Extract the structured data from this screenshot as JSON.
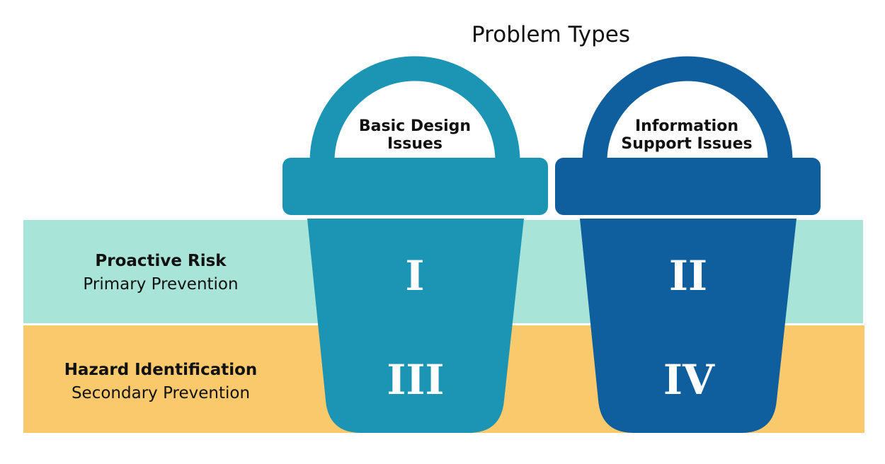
{
  "title": "Problem Types",
  "rows": [
    {
      "line1": "Proactive Risk",
      "line2": "Primary Prevention"
    },
    {
      "line1": "Hazard Identification",
      "line2": "Secondary Prevention"
    }
  ],
  "buckets": [
    {
      "label_line1": "Basic Design",
      "label_line2": "Issues"
    },
    {
      "label_line1": "Information",
      "label_line2": "Support Issues"
    }
  ],
  "quadrants": {
    "q1": "I",
    "q2": "II",
    "q3": "III",
    "q4": "IV"
  },
  "colors": {
    "row_top": "#a8e5d8",
    "row_bottom": "#f9c96b",
    "bucket_1": "#1c95b4",
    "bucket_2": "#0f5f9f"
  }
}
